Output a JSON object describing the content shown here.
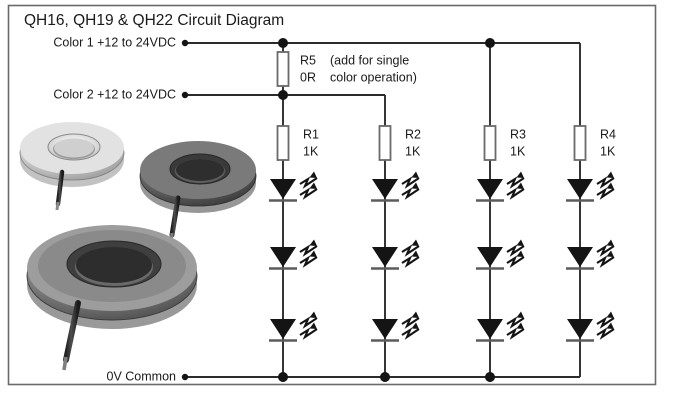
{
  "figure": {
    "title": "QH16, QH19 & QH22 Circuit Diagram",
    "border_color": "#5a5a5a",
    "background": "#ffffff",
    "wire_color": "#2b2b2b"
  },
  "rails": {
    "color1": {
      "label": "Color 1 +12 to 24VDC",
      "terminal": "terminal-dot"
    },
    "color2": {
      "label": "Color 2 +12 to 24VDC",
      "terminal": "terminal-dot"
    },
    "ground": {
      "label": "0V Common",
      "terminal": "terminal-dot"
    }
  },
  "components": {
    "r5": {
      "ref": "R5",
      "value": "0R",
      "note_line1": "(add for single",
      "note_line2": "color operation)"
    },
    "resistors": [
      {
        "ref": "R1",
        "value": "1K"
      },
      {
        "ref": "R2",
        "value": "1K"
      },
      {
        "ref": "R3",
        "value": "1K"
      },
      {
        "ref": "R4",
        "value": "1K"
      }
    ],
    "led_symbol_name": "led-symbol",
    "leds_per_branch": 3
  },
  "photos": [
    {
      "name": "ring-light-small",
      "finish": "silver",
      "body": "#c9c9c9",
      "shadow": "#8f8f8f"
    },
    {
      "name": "ring-light-medium",
      "finish": "dark-grey",
      "body": "#6f6f6f",
      "shadow": "#3c3c3c"
    },
    {
      "name": "ring-light-large",
      "finish": "two-tone-grey",
      "body": "#8a8a8a",
      "shadow": "#3a3a3a"
    }
  ]
}
